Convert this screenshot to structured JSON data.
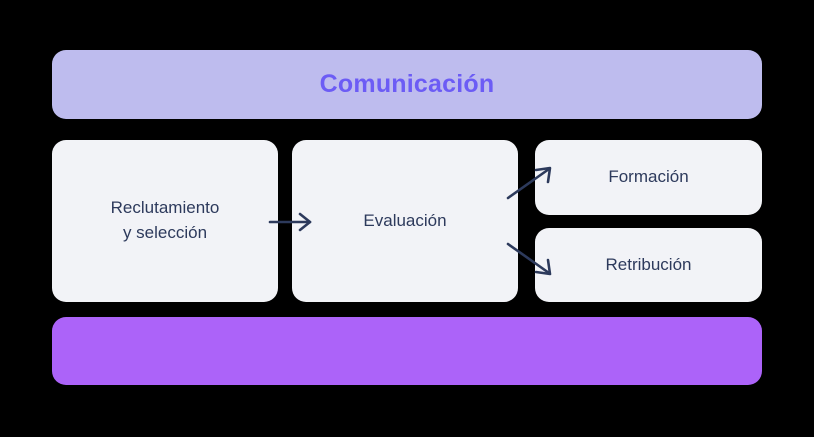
{
  "diagram": {
    "title": "Comunicación",
    "top_banner": {
      "label": "Comunicación",
      "fill_color": "#BEBCEE",
      "text_color": "#6C5CF5"
    },
    "bottom_banner": {
      "label": "",
      "fill_color": "#AC63F9",
      "text_color": "#AC63F9"
    },
    "card_fill_color": "#F2F3F7",
    "card_text_color": "#2D3A5C",
    "arrow_color": "#2D3A5C",
    "background_color": "#000000",
    "nodes": [
      {
        "id": "recruit",
        "label": "Reclutamiento\ny selección"
      },
      {
        "id": "eval",
        "label": "Evaluación"
      },
      {
        "id": "training",
        "label": "Formación"
      },
      {
        "id": "pay",
        "label": "Retribución"
      }
    ],
    "arrows": [
      {
        "id": "recruit-to-eval",
        "from": "recruit",
        "to": "eval",
        "direction": "right"
      },
      {
        "id": "eval-to-training",
        "from": "eval",
        "to": "training",
        "direction": "up-right"
      },
      {
        "id": "eval-to-pay",
        "from": "eval",
        "to": "pay",
        "direction": "down-right"
      }
    ]
  }
}
